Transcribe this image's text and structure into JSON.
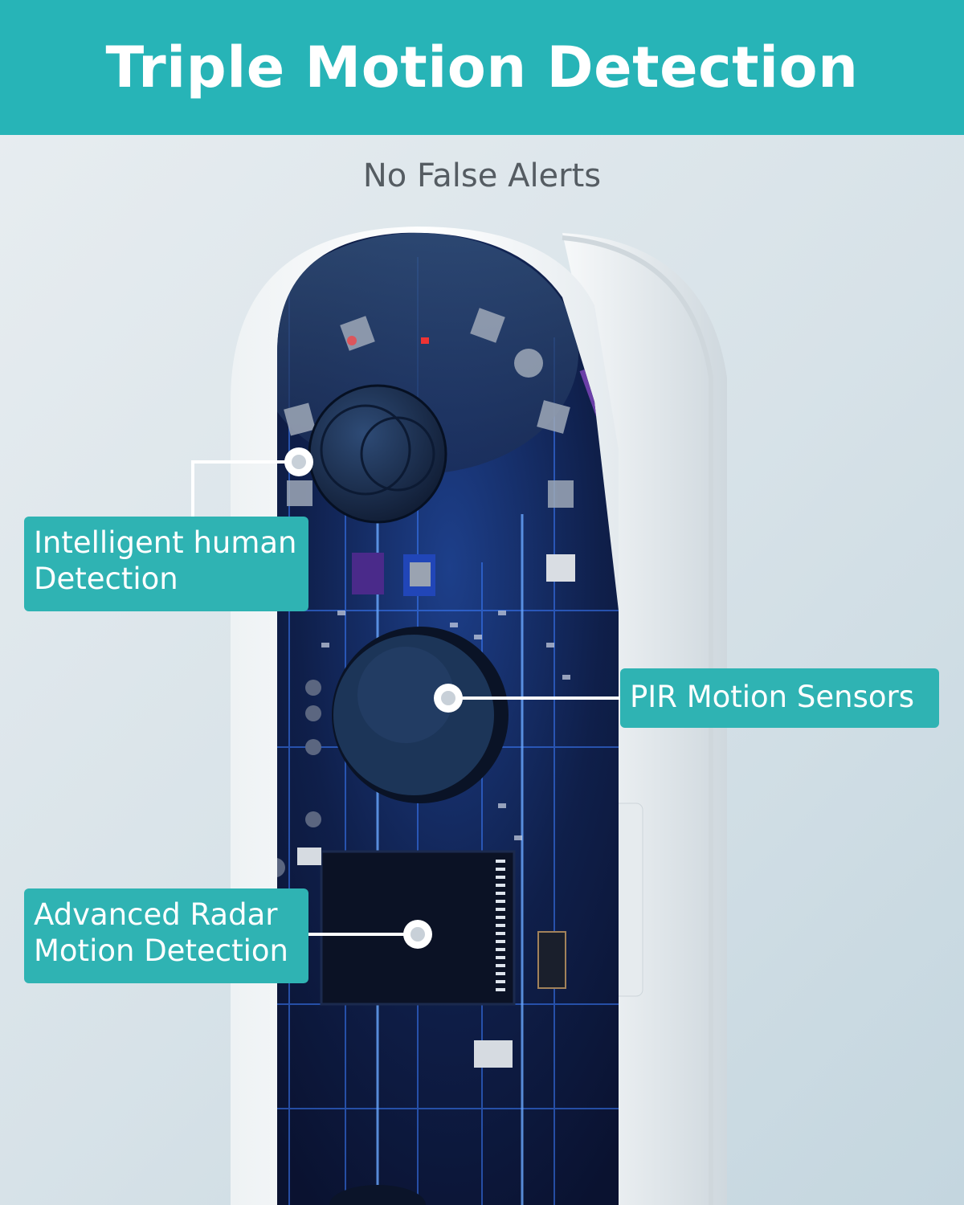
{
  "header": {
    "title": "Triple Motion Detection"
  },
  "subtitle": "No False Alerts",
  "callouts": {
    "human": {
      "line1": "Intelligent human",
      "line2": "Detection"
    },
    "pir": {
      "label": "PIR Motion Sensors"
    },
    "radar": {
      "line1": "Advanced Radar",
      "line2": "Motion Detection"
    }
  },
  "colors": {
    "header_bg": "#27b4b7",
    "callout_bg": "#2fb3b3",
    "subtitle": "#555c62"
  },
  "image": {
    "subject": "doorbell-cutaway-circuit-board"
  }
}
